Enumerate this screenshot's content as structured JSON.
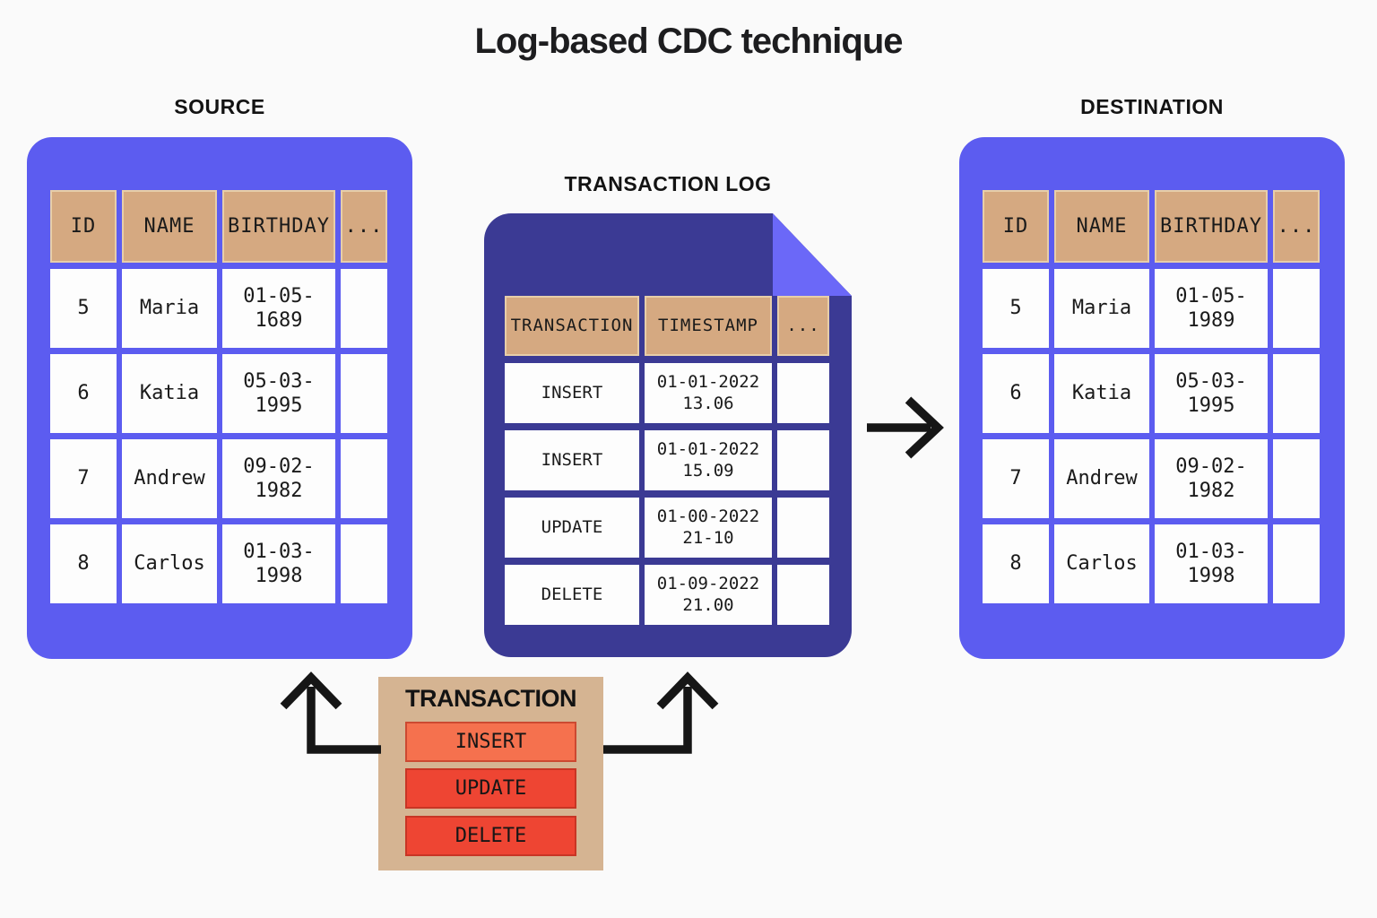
{
  "title": "Log-based CDC technique",
  "source": {
    "label": "SOURCE",
    "table": {
      "headers": [
        "ID",
        "NAME",
        "BIRTHDAY",
        "..."
      ],
      "rows": [
        [
          "5",
          "Maria",
          "01-05-\n1689",
          ""
        ],
        [
          "6",
          "Katia",
          "05-03-\n1995",
          ""
        ],
        [
          "7",
          "Andrew",
          "09-02-\n1982",
          ""
        ],
        [
          "8",
          "Carlos",
          "01-03-\n1998",
          ""
        ]
      ]
    }
  },
  "transaction_log": {
    "label": "TRANSACTION LOG",
    "table": {
      "headers": [
        "TRANSACTION",
        "TIMESTAMP",
        "..."
      ],
      "rows": [
        [
          "INSERT",
          "01-01-2022\n13.06",
          ""
        ],
        [
          "INSERT",
          "01-01-2022\n15.09",
          ""
        ],
        [
          "UPDATE",
          "01-00-2022\n21-10",
          ""
        ],
        [
          "DELETE",
          "01-09-2022\n21.00",
          ""
        ]
      ]
    }
  },
  "destination": {
    "label": "DESTINATION",
    "table": {
      "headers": [
        "ID",
        "NAME",
        "BIRTHDAY",
        "..."
      ],
      "rows": [
        [
          "5",
          "Maria",
          "01-05-\n1989",
          ""
        ],
        [
          "6",
          "Katia",
          "05-03-\n1995",
          ""
        ],
        [
          "7",
          "Andrew",
          "09-02-\n1982",
          ""
        ],
        [
          "8",
          "Carlos",
          "01-03-\n1998",
          ""
        ]
      ]
    }
  },
  "transaction_box": {
    "label": "TRANSACTION",
    "buttons": [
      "INSERT",
      "UPDATE",
      "DELETE"
    ]
  },
  "colors": {
    "background": "#fafafa",
    "panel_purple": "#5c5cf0",
    "doc_purple": "#3b3a94",
    "fold_purple": "#6b68f8",
    "header_tan": "#d5a981",
    "box_tan": "#d5b492",
    "insert_red": "#f5714e",
    "action_red": "#ee4533",
    "ink": "#161616"
  }
}
